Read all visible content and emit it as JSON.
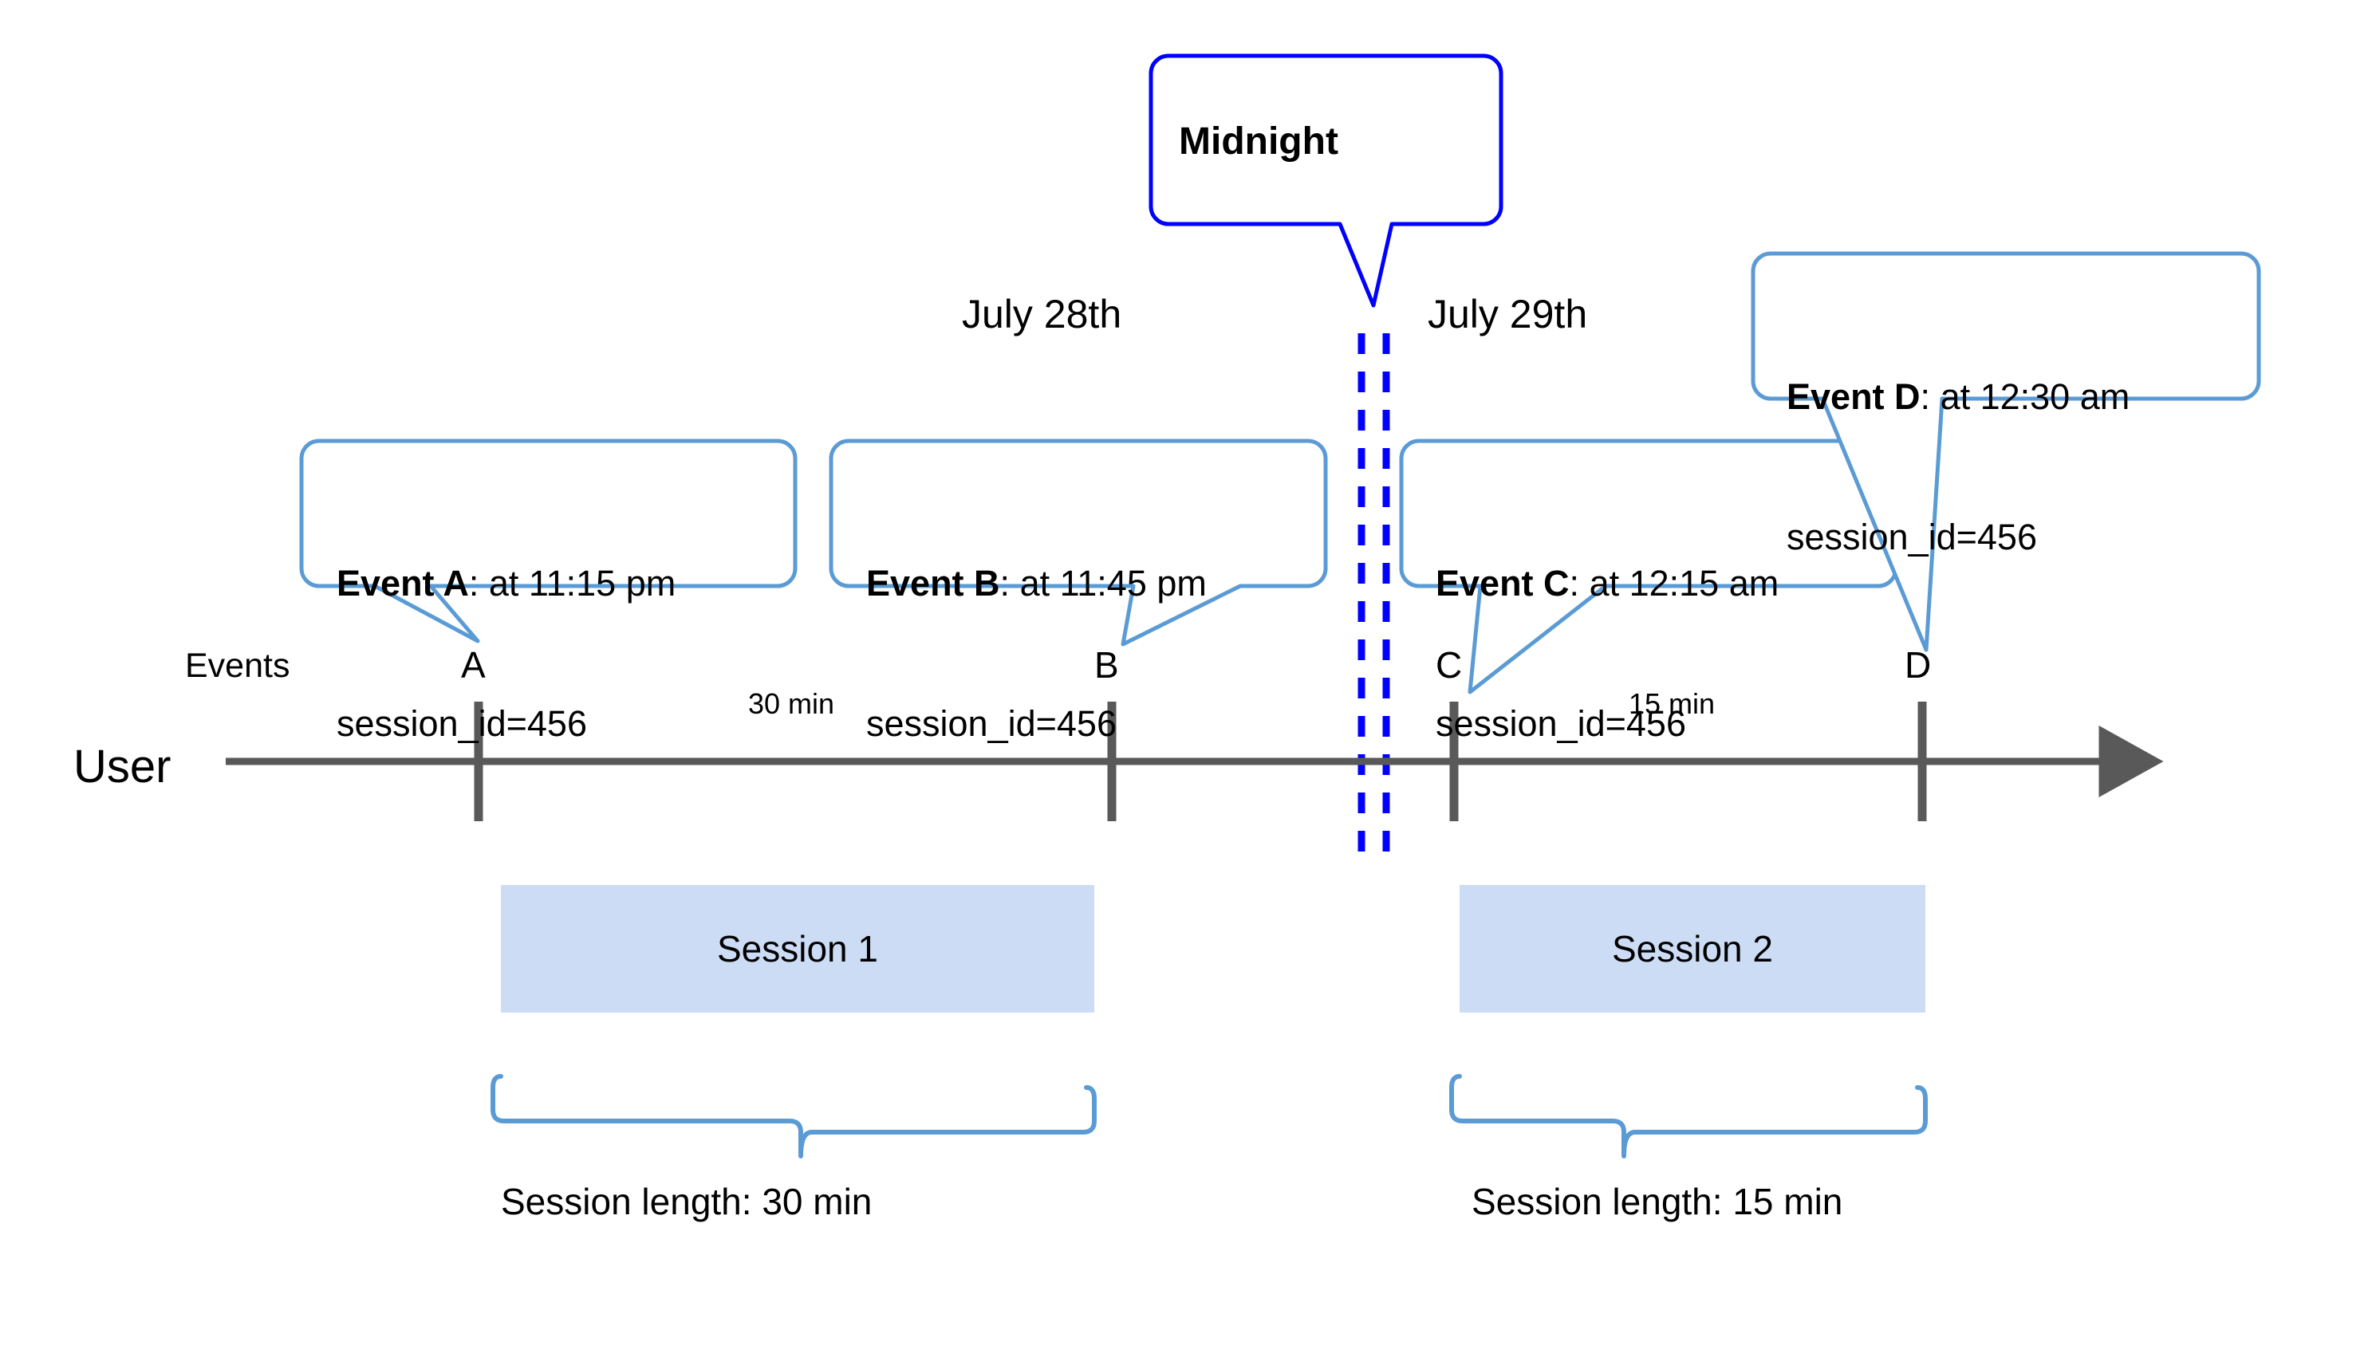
{
  "diagram": {
    "title_hidden": "",
    "lane_label": "User",
    "events_row_label": "Events",
    "dates": [
      {
        "id": "july-28",
        "label": "July 28th"
      },
      {
        "id": "july-29",
        "label": "July 29th"
      }
    ],
    "midnight": {
      "label": "Midnight",
      "line_color": "#0000ff",
      "style": "dashed-double"
    },
    "axis": {
      "color": "#595959",
      "arrow": "right"
    },
    "events": [
      {
        "id": "event-a",
        "tick_label": "A",
        "name": "Event A",
        "time": "at 11:15 pm",
        "session_id": "session_id=456"
      },
      {
        "id": "event-b",
        "tick_label": "B",
        "name": "Event B",
        "time": "at 11:45 pm",
        "session_id": "session_id=456"
      },
      {
        "id": "event-c",
        "tick_label": "C",
        "name": "Event C",
        "time": "at 12:15 am",
        "session_id": "session_id=456"
      },
      {
        "id": "event-d",
        "tick_label": "D",
        "name": "Event D",
        "time": "at 12:30 am",
        "session_id": "session_id=456"
      }
    ],
    "gaps": [
      {
        "id": "gap-ab",
        "label": "30 min"
      },
      {
        "id": "gap-cd",
        "label": "15 min"
      }
    ],
    "sessions": [
      {
        "id": "session-1",
        "label": "Session 1",
        "length_label": "Session length: 30 min",
        "fill": "#cddcf5"
      },
      {
        "id": "session-2",
        "label": "Session 2",
        "length_label": "Session length: 15 min",
        "fill": "#cddcf5"
      }
    ],
    "colors": {
      "callout_stroke": "#5b9bd5",
      "midnight_stroke": "#0000ff",
      "axis": "#595959",
      "session_fill": "#cddcf5",
      "brace": "#5b9bd5"
    }
  }
}
